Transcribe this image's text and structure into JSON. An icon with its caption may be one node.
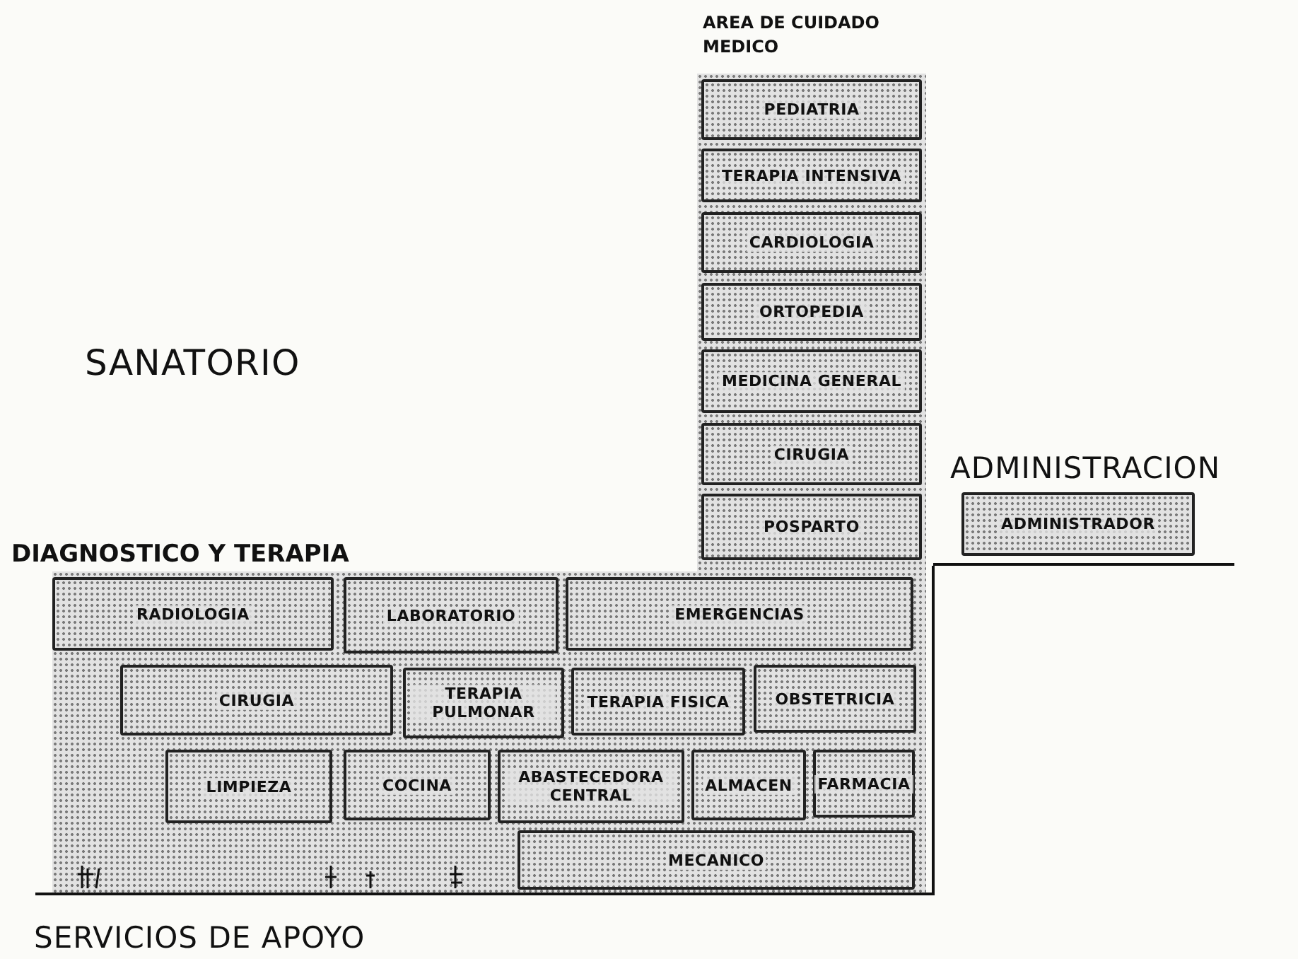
{
  "diagram": {
    "nodes": [
      {
        "text": [
          "PEDIATRIA"
        ]
      },
      {
        "text": [
          "TERAPIA INTENSIVA"
        ]
      },
      {
        "text": [
          "CARDIOLOGIA"
        ]
      },
      {
        "text": [
          "ORTOPEDIA"
        ]
      },
      {
        "text": [
          "MEDICINA GENERAL"
        ]
      },
      {
        "text": [
          "CIRUGIA"
        ]
      },
      {
        "text": [
          "POSPARTO"
        ]
      },
      {
        "text": [
          "ADMINISTRADOR"
        ]
      },
      {
        "text": [
          "RADIOLOGIA"
        ]
      },
      {
        "text": [
          "LABORATORIO"
        ]
      },
      {
        "text": [
          "EMERGENCIAS"
        ]
      },
      {
        "text": [
          "CIRUGIA"
        ]
      },
      {
        "text": [
          "TERAPIA PULMONAR"
        ]
      },
      {
        "text": [
          "TERAPIA FISICA"
        ]
      },
      {
        "text": [
          "OBSTETRICIA"
        ]
      },
      {
        "text": [
          "LIMPIEZA"
        ]
      },
      {
        "text": [
          "COCINA"
        ]
      },
      {
        "text": [
          "ABASTECEDORA CENTRAL"
        ]
      },
      {
        "text": [
          "ALMACEN"
        ]
      },
      {
        "text": [
          "FARMACIA"
        ]
      },
      {
        "text": [
          "MECANICO"
        ]
      }
    ],
    "labels": [
      "AREA DE CUIDADO MEDICO",
      "SANATORIO",
      "ADMINISTRACION",
      "DIAGNOSTICO Y TERAPIA",
      "SERVICIOS DE APOYO"
    ]
  }
}
